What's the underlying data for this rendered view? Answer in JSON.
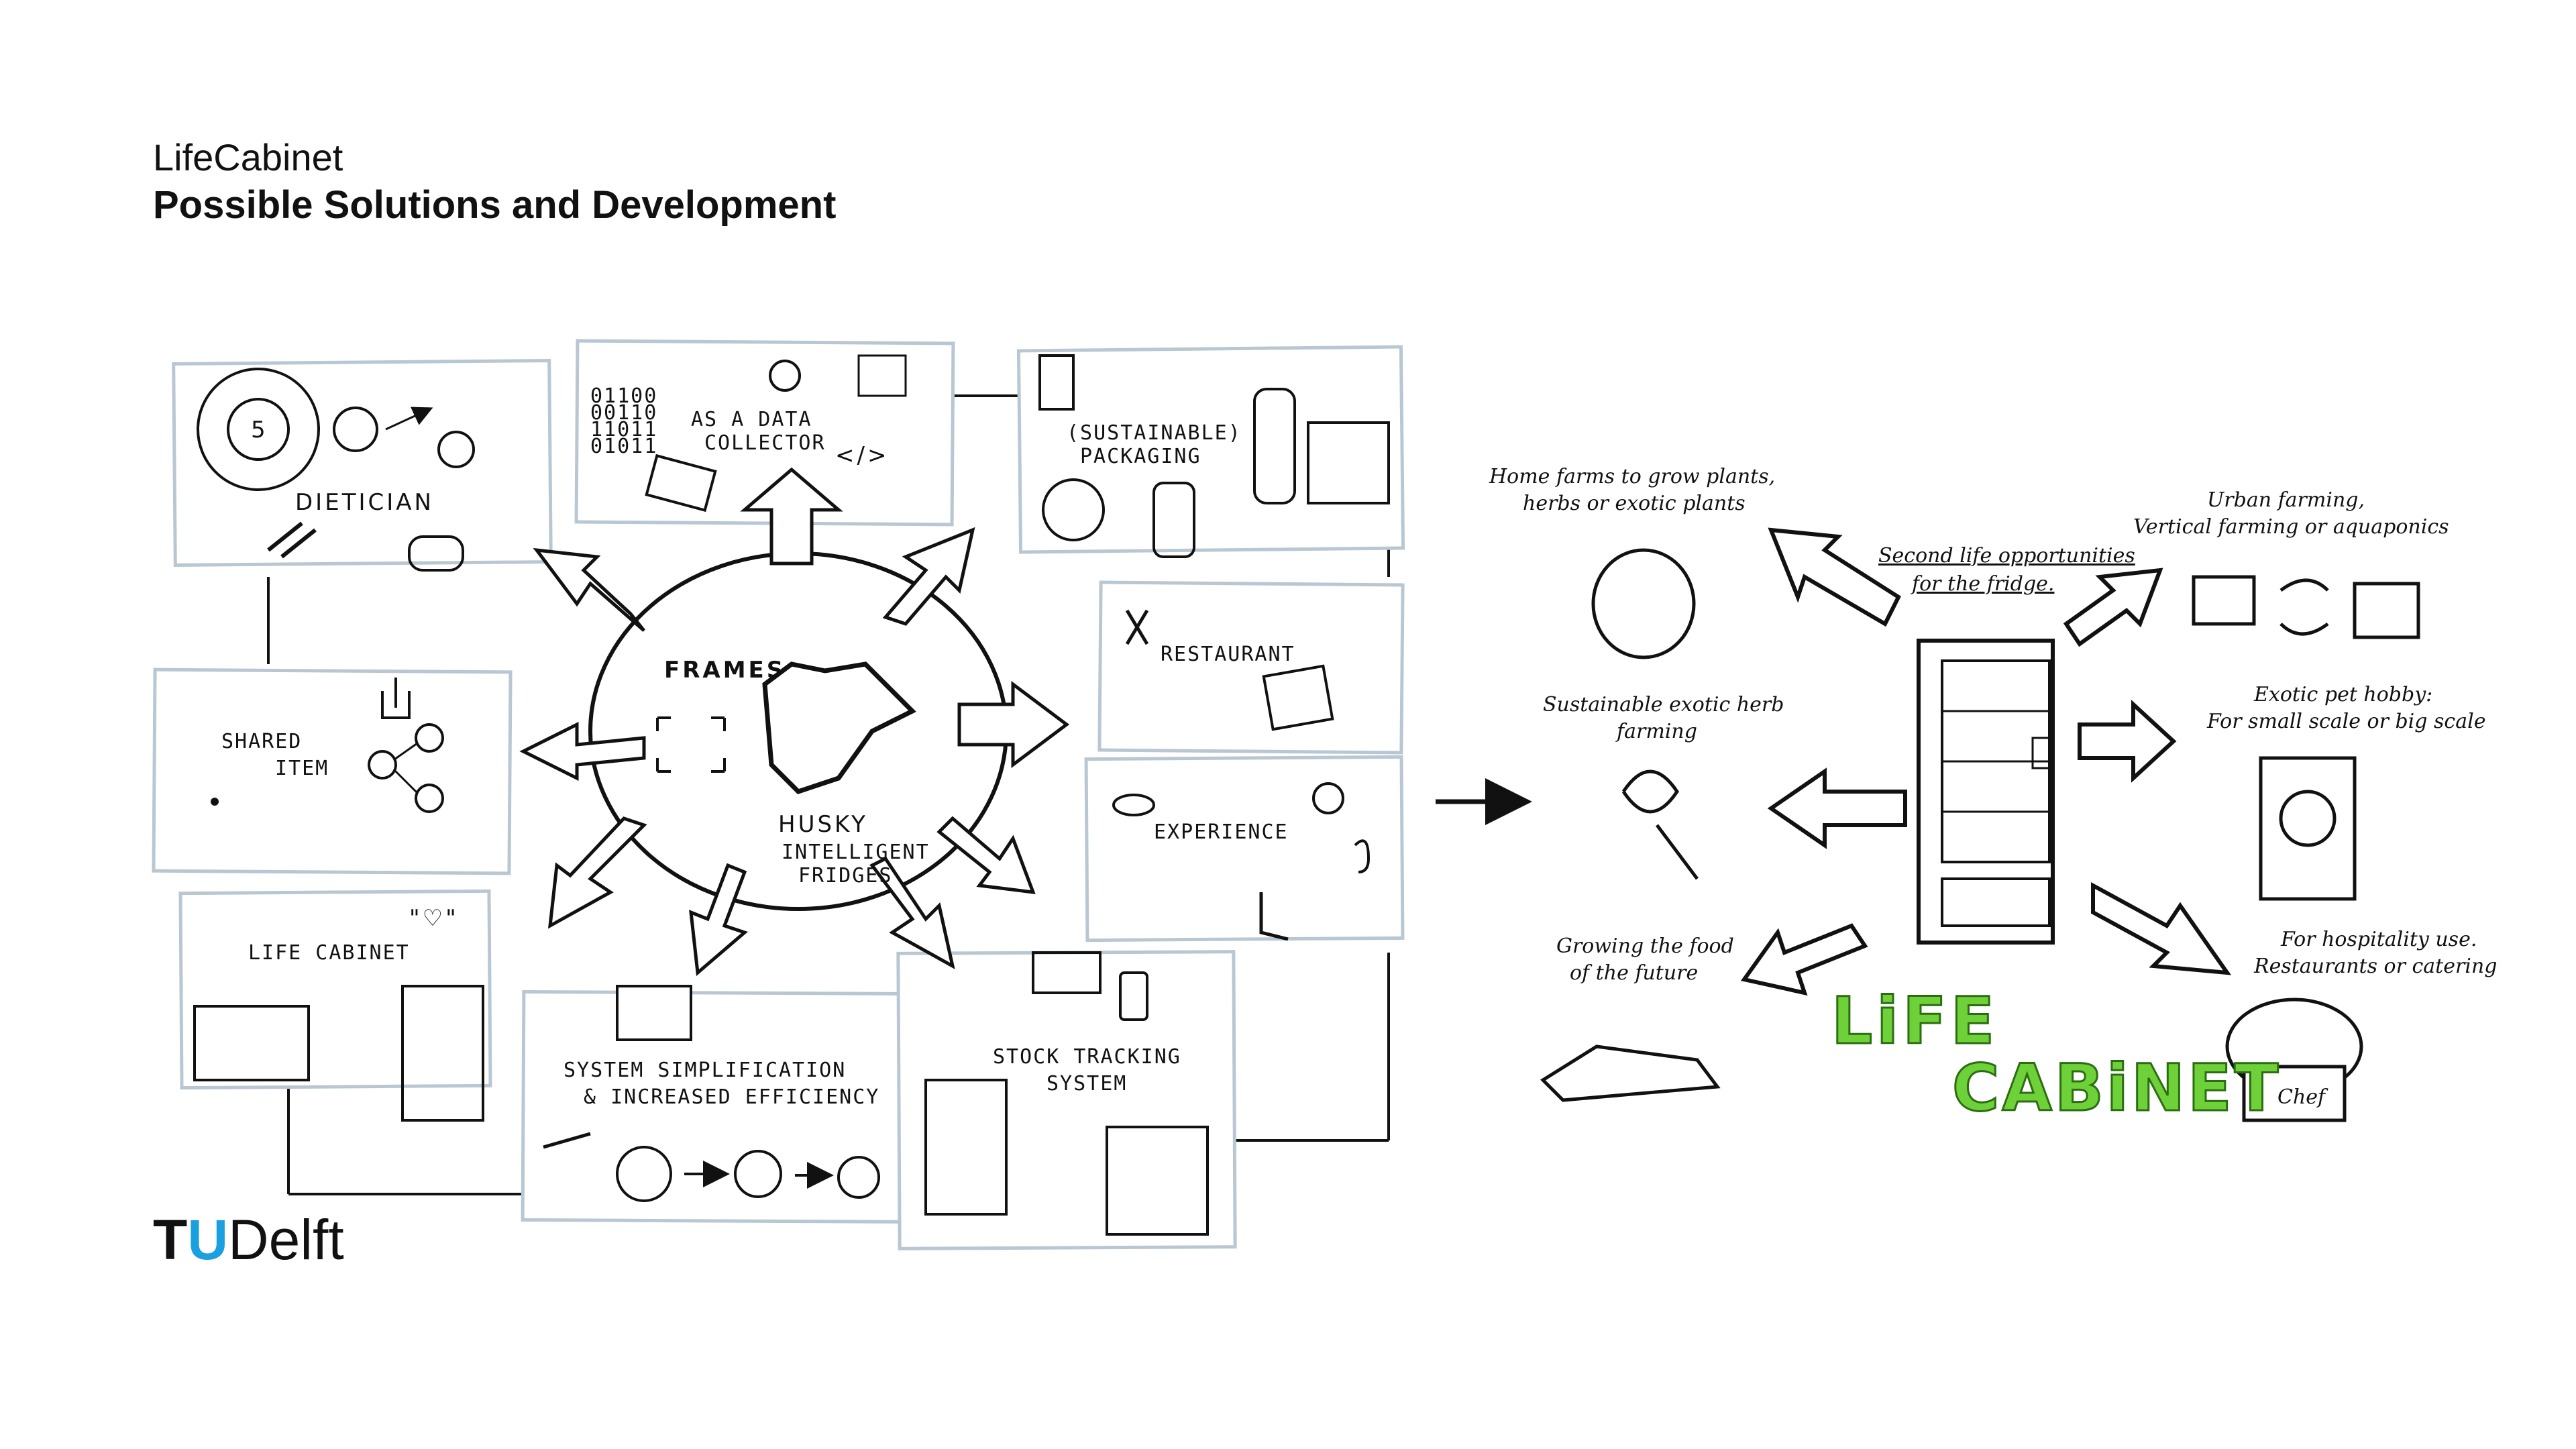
{
  "header": {
    "subtitle": "LifeCabinet",
    "title": "Possible Solutions and Development"
  },
  "hub": {
    "frames_label": "FRAMES",
    "husky_label": "HUSKY",
    "husky_sub1": "INTELLIGENT",
    "husky_sub2": "FRIDGES"
  },
  "cards": {
    "dietician": "DIETICIAN",
    "data_collector_1": "AS A DATA",
    "data_collector_2": "COLLECTOR",
    "binary": [
      "01100",
      "00110",
      "11011",
      "01011"
    ],
    "packaging_1": "(SUSTAINABLE)",
    "packaging_2": "PACKAGING",
    "restaurant": "RESTAURANT",
    "shared_1": "SHARED",
    "shared_2": "ITEM",
    "experience": "EXPERIENCE",
    "life_cabinet": "LIFE CABINET",
    "heart": "\"♡\"",
    "simplification_1": "SYSTEM SIMPLIFICATION",
    "simplification_2": "& INCREASED EFFICIENCY",
    "stock_1": "STOCK TRACKING",
    "stock_2": "SYSTEM"
  },
  "right": {
    "home_farms_1": "Home farms to grow plants,",
    "home_farms_2": "herbs or exotic plants",
    "second_life_1": "Second life opportunities",
    "second_life_2": "for the fridge.",
    "urban_1": "Urban farming,",
    "urban_2": "Vertical farming or aquaponics",
    "herb_1": "Sustainable exotic herb",
    "herb_2": "farming",
    "pet_1": "Exotic pet hobby:",
    "pet_2": "For small scale or big scale",
    "food_1": "Growing the food",
    "food_2": "of the future",
    "hospitality_1": "For hospitality use.",
    "hospitality_2": "Restaurants or catering",
    "brand_1": "LiFE",
    "brand_2": "CABiNET",
    "chef": "Chef",
    "brand_color": "#6fd13a"
  },
  "logo": {
    "tu": "T",
    "u": "U",
    "delft": "Delft",
    "accent": "#1aa0e0"
  }
}
